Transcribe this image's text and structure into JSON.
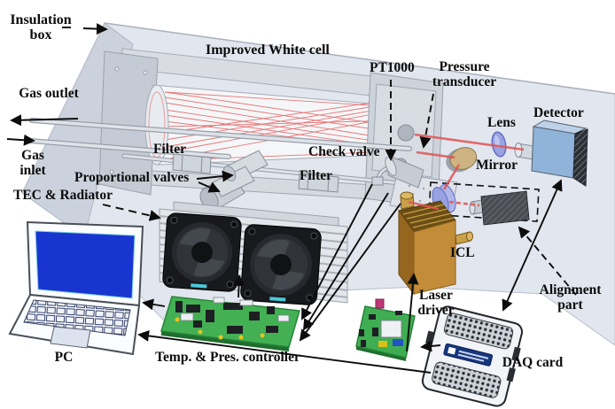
{
  "diagram": {
    "description": "Schematic of a laser gas-sensing experimental setup inside an insulation box",
    "labels": {
      "insulation_box": "Insulation box",
      "improved_white_cell": "Improved White cell",
      "pt1000": "PT1000",
      "pressure_transducer": "Pressure transducer",
      "lens": "Lens",
      "detector": "Detector",
      "mirror": "Mirror",
      "gas_outlet": "Gas outlet",
      "gas_inlet": "Gas inlet",
      "filter_left": "Filter",
      "check_valve": "Check valve",
      "filter_right": "Filter",
      "proportional_valves": "Proportional valves",
      "tec_radiator": "TEC & Radiator",
      "icl": "ICL",
      "laser_driver": "Laser driver",
      "alignment_part": "Alignment part",
      "pc": "PC",
      "temp_pres_controller": "Temp. & Pres. controller",
      "daq_card": "DAQ card"
    },
    "colors": {
      "laser_beam_red": "#e05353",
      "insulation_gray": "#e2e6ee",
      "pcb_green": "#43b054",
      "detector_blue": "#8fb3d9",
      "icl_gold": "#c28c38",
      "laptop_screen_blue": "#1836cf",
      "daq_logo_blue": "#16367f",
      "annotation_black": "#0c0c0c"
    }
  }
}
